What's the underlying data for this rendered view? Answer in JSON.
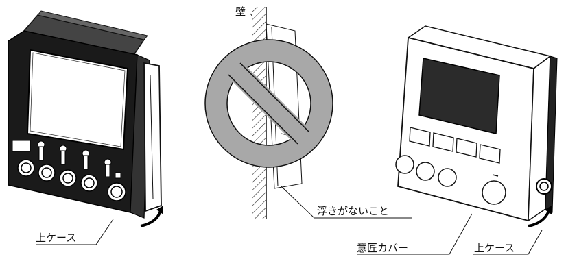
{
  "labels": {
    "wall": "壁",
    "upper_case_left": "上ケース",
    "no_gap": "浮きがないこと",
    "design_cover": "意匠カバー",
    "upper_case_right": "上ケース"
  },
  "prohibition": {
    "ring_color": "#a8a8a8",
    "outline_color": "#111111",
    "icon": "prohibited-icon"
  },
  "colors": {
    "case_black": "#1a1a1a",
    "screen_dark": "#2b2b2b",
    "line": "#111111"
  }
}
